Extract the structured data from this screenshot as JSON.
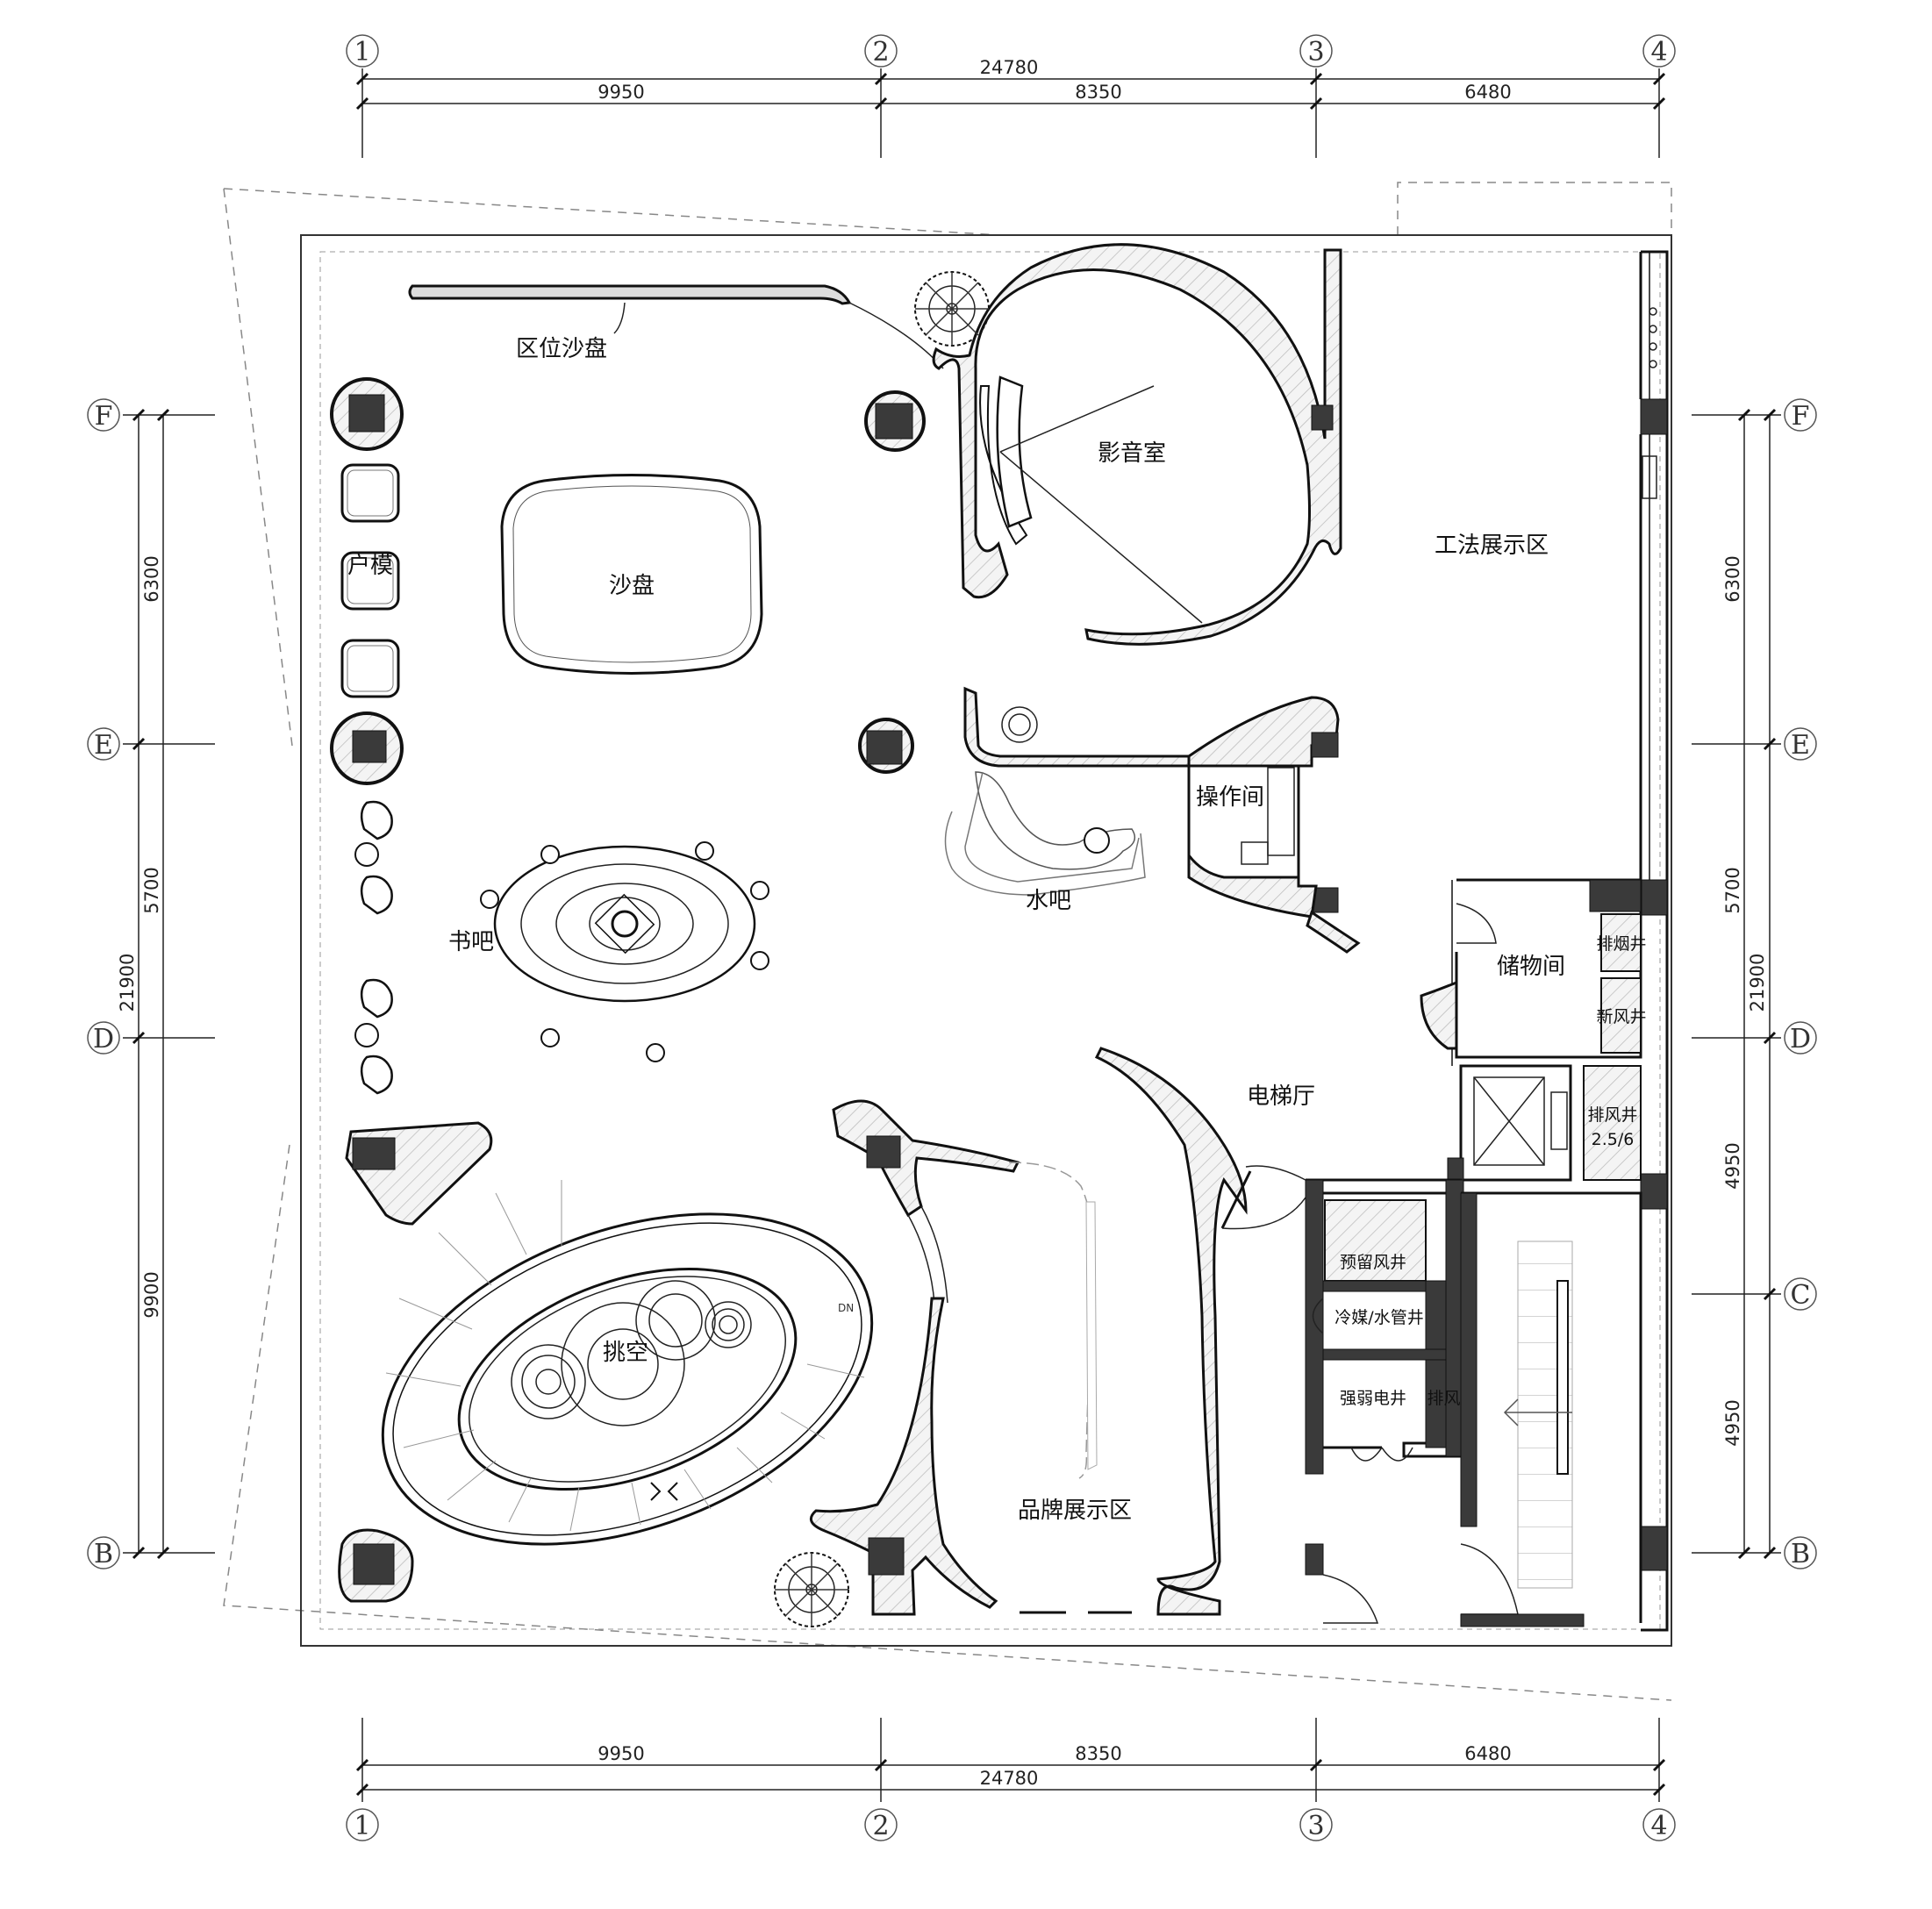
{
  "axes": {
    "columns": [
      "1",
      "2",
      "3",
      "4"
    ],
    "rows": [
      "F",
      "E",
      "D",
      "C",
      "B"
    ]
  },
  "dimensions": {
    "top_total": "24780",
    "top_segments": [
      "9950",
      "8350",
      "6480"
    ],
    "bottom_total": "24780",
    "bottom_segments": [
      "9950",
      "8350",
      "6480"
    ],
    "left_total": "21900",
    "left_segments": [
      "6300",
      "5700",
      "9900"
    ],
    "right_total": "21900",
    "right_segments": [
      "6300",
      "5700",
      "4950",
      "4950"
    ]
  },
  "rooms": {
    "district_model": "区位沙盘",
    "sand_table": "沙盘",
    "unit_model": "户模",
    "av_room": "影音室",
    "craft_display": "工法展示区",
    "operation_room": "操作间",
    "water_bar": "水吧",
    "book_bar": "书吧",
    "storage": "储物间",
    "smoke_shaft": "排烟井",
    "fresh_air_shaft": "新风井",
    "exhaust_shaft": "排风井",
    "exhaust_ratio": "2.5/6",
    "elevator_hall": "电梯厅",
    "reserved_shaft": "预留风井",
    "refrigerant_shaft": "冷媒/水管井",
    "electric_shaft": "强弱电井",
    "exhaust_shaft_2": "排风井",
    "atrium": "挑空",
    "brand_display": "品牌展示区"
  },
  "stair": {
    "down_mark": "DN"
  }
}
